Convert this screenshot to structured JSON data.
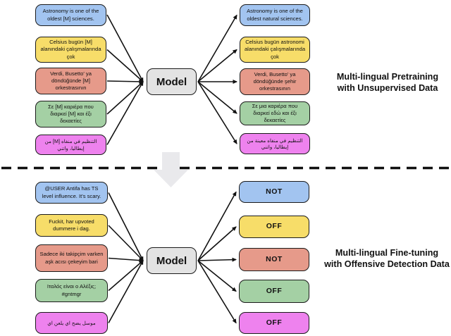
{
  "colors": {
    "blue": "#a2c4f0",
    "yellow": "#f7dd69",
    "salmon": "#e69a8a",
    "green": "#a4d0a4",
    "magenta": "#ee82ee",
    "model_gray": "#e3e3e3",
    "divider_arrow_gray": "#e9e9ec",
    "border": "#1b1b1b"
  },
  "pretraining": {
    "section_label": {
      "line1": "Multi-lingual Pretraining",
      "line2": "with Unsupervised Data"
    },
    "model_label": "Model",
    "inputs": [
      {
        "text": "Astronomy is one of the oldest  [M] sciences.",
        "color": "blue"
      },
      {
        "text": "Celsius bugün [M] alanındaki çalışmalarında çok",
        "color": "yellow"
      },
      {
        "text": "Verdi, Busetto' ya döndüğünde [M] orkestrasının",
        "color": "salmon"
      },
      {
        "text": "Σε [M] καριέρα που διαρκεί [M] και έξι δεκαετίες",
        "color": "green"
      },
      {
        "text": "التنظيم في منفاه [M] من إيطاليا، واتني",
        "color": "magenta"
      }
    ],
    "outputs": [
      {
        "text": "Astronomy is one of the oldest natural sciences.",
        "color": "blue"
      },
      {
        "text": "Celsius bugün astronomi alanındaki çalışmalarında çok",
        "color": "yellow"
      },
      {
        "text": "Verdi, Busetto' ya döndüğünde şehir orkestrasının",
        "color": "salmon"
      },
      {
        "text": "Σε μια καριέρα που διαρκεί εδώ και έξι δεκαετίες",
        "color": "green"
      },
      {
        "text": "التنظيم في منفاه معينة من إيطاليا، واتني",
        "color": "magenta"
      }
    ]
  },
  "finetuning": {
    "section_label": {
      "line1": "Multi-lingual Fine-tuning",
      "line2": "with Offensive Detection Data"
    },
    "model_label": "Model",
    "inputs": [
      {
        "text": "@USER Antifa has TS level influence. It's scary.",
        "color": "blue"
      },
      {
        "text": "Fuckit, har upvoted dummere i dag.",
        "color": "yellow"
      },
      {
        "text": "Sadece iki takipçim varken  aşk acısı çekeyim bari",
        "color": "salmon"
      },
      {
        "text": "Ιταλός είναι  ο Αλέξις; #gntmgr",
        "color": "green"
      },
      {
        "text": "موسل يضح اي يلعن اي",
        "color": "magenta"
      }
    ],
    "outputs": [
      {
        "text": "NOT",
        "color": "blue"
      },
      {
        "text": "OFF",
        "color": "yellow"
      },
      {
        "text": "NOT",
        "color": "salmon"
      },
      {
        "text": "OFF",
        "color": "green"
      },
      {
        "text": "OFF",
        "color": "magenta"
      }
    ]
  }
}
